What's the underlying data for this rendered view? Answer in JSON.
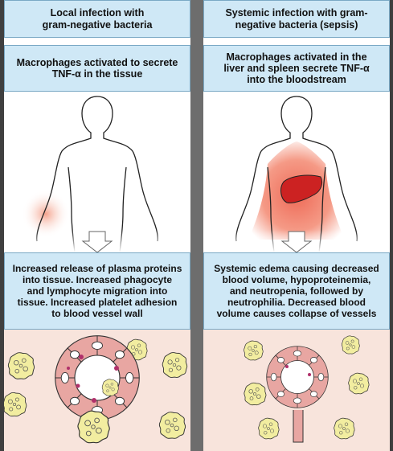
{
  "left": {
    "header": "Local infection with\ngram-negative bacteria",
    "subheader": "Macrophages activated to secrete\nTNF-α in the tissue",
    "description": "Increased release of plasma proteins\ninto tissue. Increased phagocyte\nand lymphocyte migration into\ntissue. Increased platelet adhesion\nto blood vessel wall"
  },
  "right": {
    "header": "Systemic infection with gram-\nnegative bacteria (sepsis)",
    "subheader": "Macrophages activated in the\nliver and spleen secrete TNF-α\ninto the bloodstream",
    "description": "Systemic edema causing decreased\nblood volume, hypoproteinemia,\nand neutropenia, followed by\nneutrophilia. Decreased blood\nvolume causes collapse of vessels"
  },
  "colors": {
    "box_fill": "#cfe8f6",
    "cell_area_fill": "#f8e4dc",
    "body_fill_right": "#f07a66",
    "local_infection_glow": "#f4a28c",
    "organ": "#cc2222",
    "vessel_wall": "#e8a6a2",
    "macrophage": "#f2eda0",
    "platelet": "#b0306a"
  }
}
